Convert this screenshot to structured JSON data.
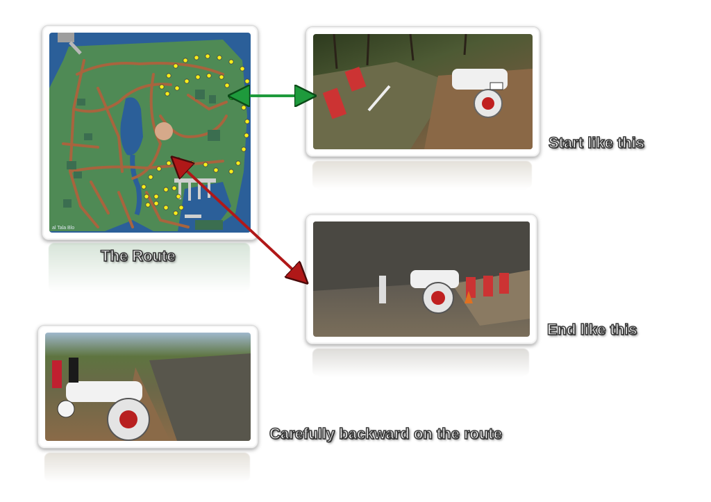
{
  "captions": {
    "route": "The Route",
    "start": "Start like this",
    "end": "End like this",
    "backward": "Carefully backward on the route"
  },
  "map": {
    "watermark": "al Tala Blo"
  },
  "colors": {
    "start_arrow": "#1e9a3c",
    "end_arrow": "#b01818",
    "route_dot": "#f6ee1a",
    "start_point": "#1fbf2a",
    "end_point": "#d21c1c",
    "water": "#2b5f99",
    "land": "#4f8a55",
    "road": "#a8643e"
  }
}
